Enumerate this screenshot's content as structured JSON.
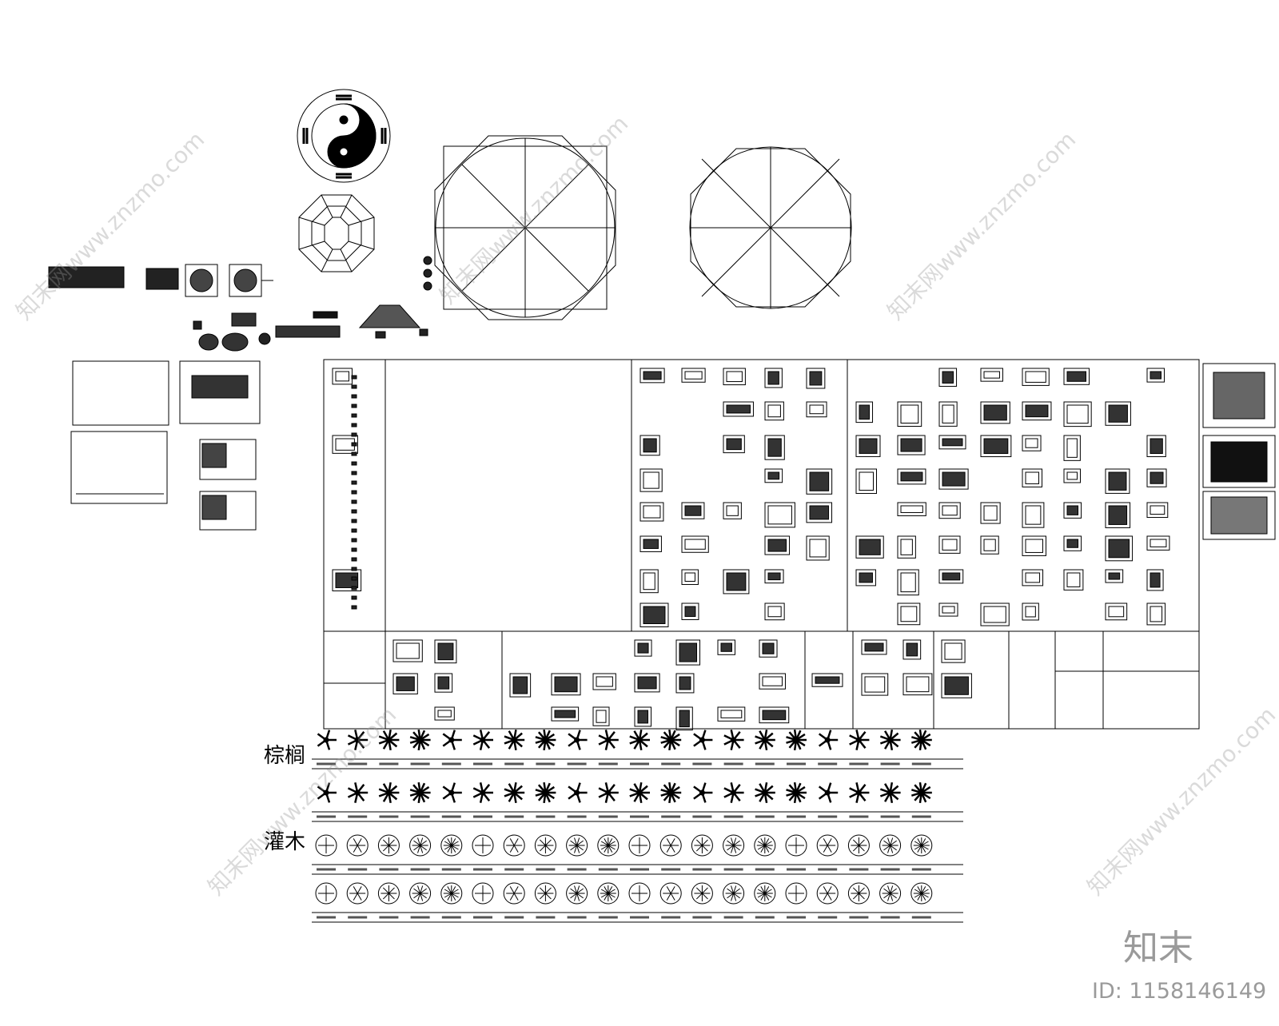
{
  "labels": {
    "palm": "棕榈",
    "shrub": "灌木"
  },
  "branding": {
    "logo_text": "知末",
    "id_text": "ID: 1158146149",
    "watermark": "知末网www.znzmo.com"
  },
  "plant_caption_marks": 20
}
